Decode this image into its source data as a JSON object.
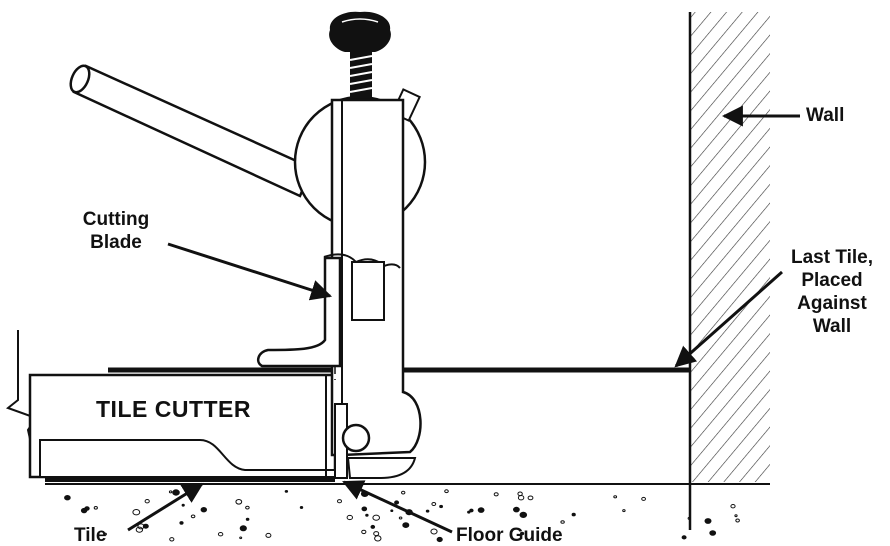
{
  "labels": {
    "wall": "Wall",
    "cutting_blade_line1": "Cutting",
    "cutting_blade_line2": "Blade",
    "last_tile_line1": "Last Tile,",
    "last_tile_line2": "Placed",
    "last_tile_line3": "Against",
    "last_tile_line4": "Wall",
    "tile_cutter": "TILE CUTTER",
    "tile": "Tile",
    "floor_guide": "Floor Guide"
  },
  "colors": {
    "ink": "#111111",
    "paper": "#ffffff"
  }
}
